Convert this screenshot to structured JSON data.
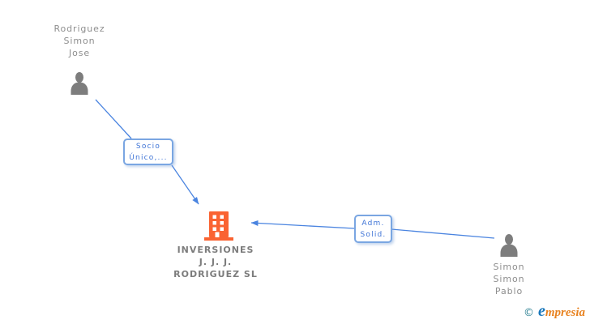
{
  "colors": {
    "connector": "#4a84e0",
    "relation_box_border": "#7aa6e2",
    "relation_box_text": "#3f74d6",
    "person_icon": "#7d7d7d",
    "person_name_text": "#8e8e8e",
    "company_icon": "#fa6332",
    "company_name_text": "#7c7c7c",
    "logo_copyright": "#2d8193",
    "logo_initial": "#1a78bb",
    "logo_wordmark": "#e8821f"
  },
  "nodes": {
    "person_top_left": {
      "name_lines": [
        "Rodriguez",
        "Simon",
        "Jose"
      ]
    },
    "person_bottom_right": {
      "name_lines": [
        "Simon",
        "Simon",
        "Pablo"
      ]
    },
    "company": {
      "name_lines": [
        "INVERSIONES",
        "J. J. J.",
        "RODRIGUEZ SL"
      ]
    }
  },
  "relations": {
    "socio_unico": {
      "label_lines": [
        "Socio",
        "Único,..."
      ]
    },
    "adm_solid": {
      "label_lines": [
        "Adm.",
        "Solid."
      ]
    }
  },
  "footer": {
    "copyright_symbol": "©",
    "brand_initial": "e",
    "brand_rest": "mpresia"
  }
}
